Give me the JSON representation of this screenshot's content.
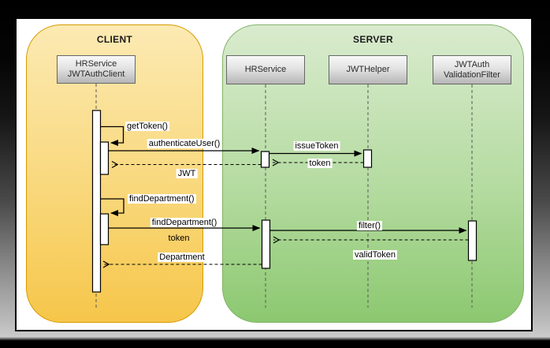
{
  "diagram": {
    "client_group": {
      "title": "CLIENT",
      "participant": "HRService\nJWTAuthClient"
    },
    "server_group": {
      "title": "SERVER",
      "participants": {
        "hrservice": "HRService",
        "jwthelper": "JWTHelper",
        "jwtauth_validationfilter": "JWTAuth\nValidationFilter"
      }
    },
    "messages": {
      "get_token": "getToken()",
      "authenticate_user": "authenticateUser()",
      "issue_token": "issueToken",
      "token_return": "token",
      "jwt_return": "JWT",
      "find_department_self": "findDepartment()",
      "find_department_call": "findDepartment()",
      "token_arg": "token",
      "filter_call": "filter()",
      "valid_token_return": "validToken",
      "department_return": "Department"
    },
    "colors": {
      "client_fill_top": "#fceab3",
      "client_fill_bottom": "#f6c64a",
      "client_border": "#d79b00",
      "server_fill_top": "#d9ebce",
      "server_fill_bottom": "#8cc870",
      "server_border": "#82b366",
      "participant_fill_top": "#f8f8f8",
      "participant_fill_bottom": "#b6b6b6",
      "participant_border": "#666666",
      "line_color": "#000000"
    }
  }
}
